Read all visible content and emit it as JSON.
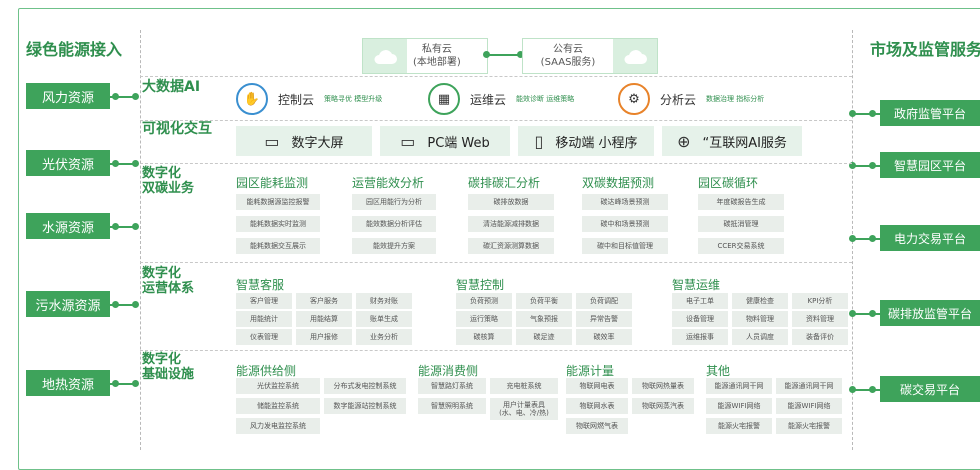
{
  "left": {
    "title": "绿色能源接入",
    "sources": [
      "风力资源",
      "光伏资源",
      "水源资源",
      "污水源资源",
      "地热资源"
    ]
  },
  "right": {
    "title": "市场及监管服务",
    "targets": [
      "政府监管平台",
      "智慧园区平台",
      "电力交易平台",
      "碳排放监管平台",
      "碳交易平台"
    ]
  },
  "clouds": {
    "private": {
      "name": "私有云",
      "sub": "(本地部署)"
    },
    "public": {
      "name": "公有云",
      "sub": "(SAAS服务)"
    }
  },
  "layers": {
    "ai": "大数据AI",
    "viz": "可视化交互",
    "carbon_l1": "数字化",
    "carbon_l2": "双碳业务",
    "ops_l1": "数字化",
    "ops_l2": "运营体系",
    "infra_l1": "数字化",
    "infra_l2": "基础设施"
  },
  "ai_cards": [
    {
      "title": "控制云",
      "sub": "策略寻优 模型升级",
      "icon": "✋"
    },
    {
      "title": "运维云",
      "sub": "能效诊断 运维策略",
      "icon": "▦"
    },
    {
      "title": "分析云",
      "sub": "数据治理 指标分析",
      "icon": "⚙"
    }
  ],
  "viz_items": [
    {
      "label": "数字大屏",
      "icon": "▭"
    },
    {
      "label": "PC端 Web",
      "icon": "▭"
    },
    {
      "label": "移动端 小程序",
      "icon": "▯"
    },
    {
      "label": "“互联网AI服务",
      "icon": "⊕"
    }
  ],
  "carbon_groups": [
    {
      "title": "园区能耗监测",
      "items": [
        "能耗数据源监控报警",
        "能耗数据实时监测",
        "能耗数据交互展示"
      ]
    },
    {
      "title": "运营能效分析",
      "items": [
        "园区用能行为分析",
        "能效数据分析评估",
        "能效提升方案"
      ]
    },
    {
      "title": "碳排碳汇分析",
      "items": [
        "碳排放数据",
        "清洁能源减排数据",
        "碳汇资源测算数据"
      ]
    },
    {
      "title": "双碳数据预测",
      "items": [
        "碳达峰场景预测",
        "碳中和场景预测",
        "碳中和目标值管理"
      ]
    },
    {
      "title": "园区碳循环",
      "items": [
        "年度碳报告生成",
        "碳抵消管理",
        "CCER交易系统"
      ]
    }
  ],
  "ops_groups": [
    {
      "title": "智慧客服",
      "items": [
        "客户管理",
        "客户服务",
        "财务对账",
        "用能统计",
        "用能结算",
        "账单生成",
        "仪表管理",
        "用户报修",
        "业务分析"
      ]
    },
    {
      "title": "智慧控制",
      "items": [
        "负荷预测",
        "负荷平衡",
        "负荷调配",
        "运行策略",
        "气象预报",
        "异常告警",
        "碳核算",
        "碳足迹",
        "碳效率"
      ]
    },
    {
      "title": "智慧运维",
      "items": [
        "电子工单",
        "健康检查",
        "KPI分析",
        "设备管理",
        "物料管理",
        "资料管理",
        "运维报事",
        "人员调度",
        "装备评价"
      ]
    }
  ],
  "infra_groups": [
    {
      "title": "能源供给侧",
      "items": [
        "光伏监控系统",
        "分布式发电控制系统",
        "储能监控系统",
        "数字能源站控制系统",
        "风力发电监控系统"
      ]
    },
    {
      "title": "能源消费侧",
      "items": [
        "智慧路灯系统",
        "充电桩系统",
        "智慧照明系统",
        "用户计量表具\n(水、电、冷/热)"
      ]
    },
    {
      "title": "能源计量",
      "items": [
        "物联网电表",
        "物联网热量表",
        "物联网水表",
        "物联网蒸汽表",
        "物联网燃气表"
      ]
    },
    {
      "title": "其他",
      "items": [
        "能源通讯网干网",
        "能源通讯网干网",
        "能源WIFI网络",
        "能源WIFI网络",
        "能源火宅报警",
        "能源火宅报警"
      ]
    }
  ],
  "colors": {
    "accent": "#3ea35b",
    "title": "#2f8f4e",
    "cell": "#e9eeea",
    "viz": "#e6f2ea"
  }
}
